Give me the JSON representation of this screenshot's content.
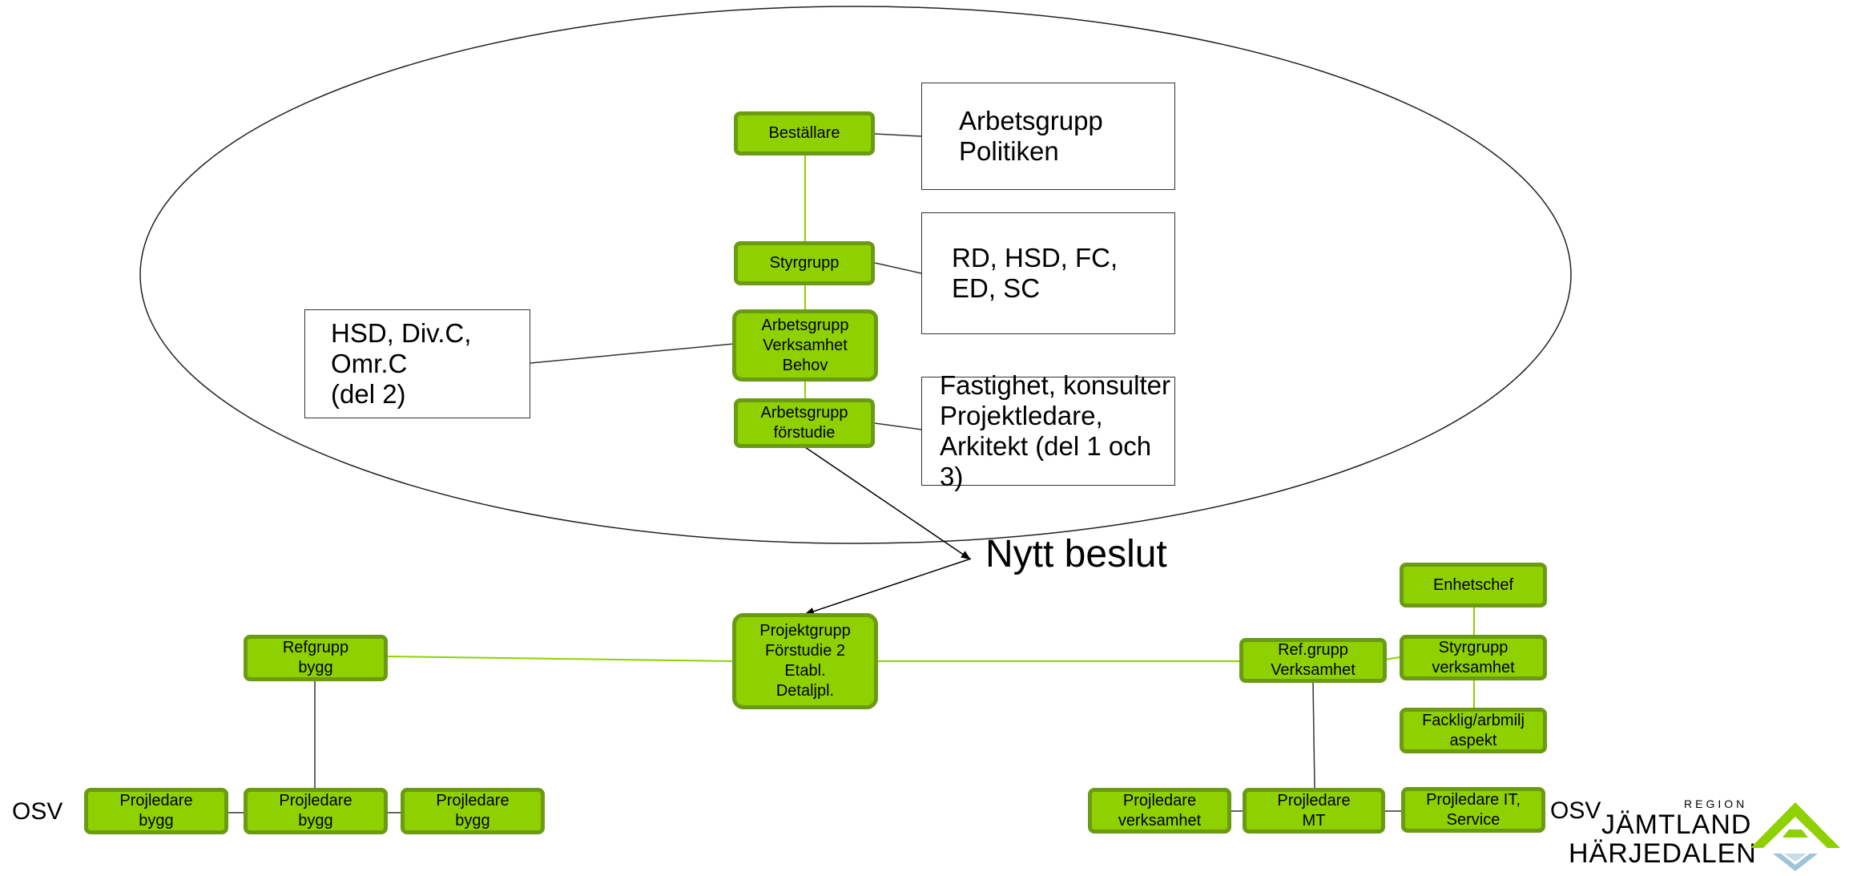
{
  "nodes": {
    "bestallare": "Beställare",
    "styrgrupp": "Styrgrupp",
    "arbetsgrupp_behov": "Arbetsgrupp\nVerksamhet\nBehov",
    "arbetsgrupp_forstudie": "Arbetsgrupp\nförstudie",
    "projektgrupp": "Projektgrupp\nFörstudie 2\nEtabl.\nDetaljpl.",
    "refgrupp_bygg": "Refgrupp\nbygg",
    "projledare_bygg_1": "Projledare\nbygg",
    "projledare_bygg_2": "Projledare\nbygg",
    "projledare_bygg_3": "Projledare\nbygg",
    "refgrupp_verksamhet": "Ref.grupp\nVerksamhet",
    "enhetschef": "Enhetschef",
    "styrgrupp_verksamhet": "Styrgrupp\nverksamhet",
    "facklig": "Facklig/arbmilj\naspekt",
    "projledare_verksamhet": "Projledare\nverksamhet",
    "projledare_mt": "Projledare\nMT",
    "projledare_it": "Projledare IT,\nService"
  },
  "notes": {
    "politiken": "Arbetsgrupp\nPolitiken",
    "rd_hsd": "RD, HSD, FC,\nED, SC",
    "hsd_div": "HSD, Div.C,\nOmr.C\n(del 2)",
    "fastighet": "Fastighet, konsulter\nProjektledare,\nArkitekt (del 1 och 3)"
  },
  "labels": {
    "nytt_beslut": "Nytt beslut",
    "osv_left": "OSV",
    "osv_right": "OSV"
  },
  "logo": {
    "region": "REGION",
    "line1": "JÄMTLAND",
    "line2": "HÄRJEDALEN",
    "color_green": "#8fd100",
    "color_blue": "#9fc3d8"
  },
  "colors": {
    "node_fill": "#8fd100",
    "node_border": "#6a9b12",
    "connector": "#8fd100"
  }
}
